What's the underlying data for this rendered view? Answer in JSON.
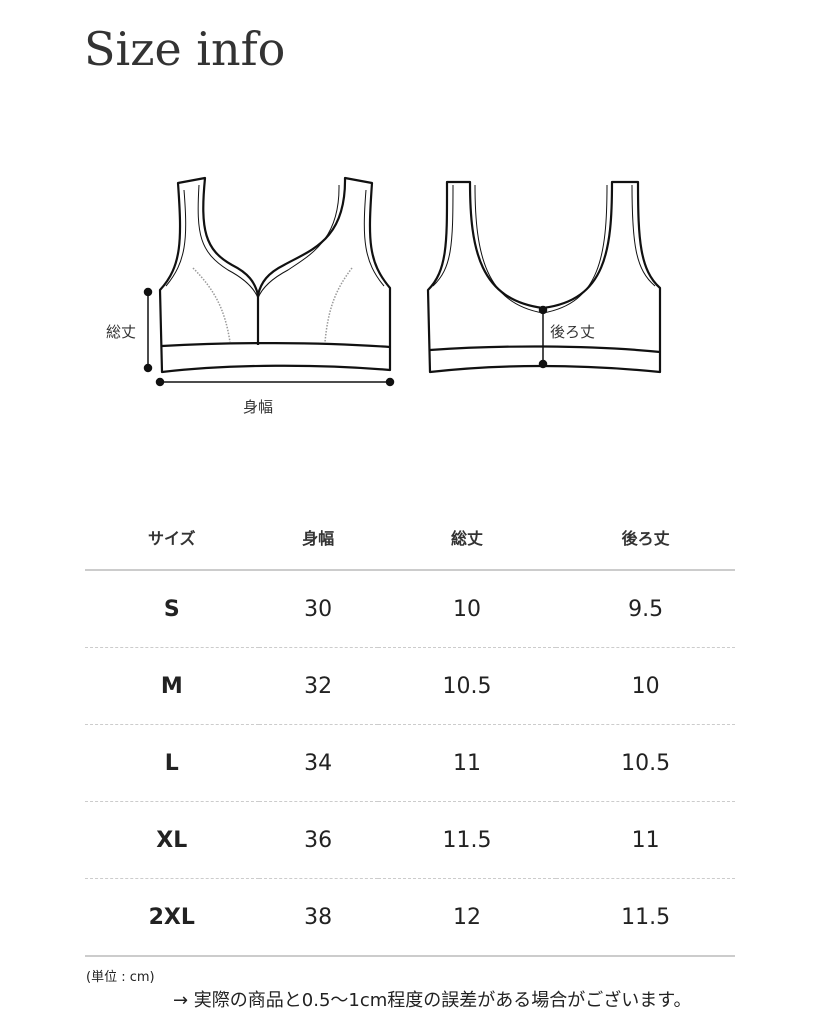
{
  "title": "Size info",
  "diagram": {
    "label_total_length": "総丈",
    "label_width": "身幅",
    "label_back_length": "後ろ丈"
  },
  "table": {
    "headers": [
      "サイズ",
      "身幅",
      "総丈",
      "後ろ丈"
    ],
    "rows": [
      [
        "S",
        "30",
        "10",
        "9.5"
      ],
      [
        "M",
        "32",
        "10.5",
        "10"
      ],
      [
        "L",
        "34",
        "11",
        "10.5"
      ],
      [
        "XL",
        "36",
        "11.5",
        "11"
      ],
      [
        "2XL",
        "38",
        "12",
        "11.5"
      ]
    ]
  },
  "unit_note": "(単位 : cm)",
  "tolerance_note": "→ 実際の商品と0.5〜1cm程度の誤差がある場合がございます。"
}
